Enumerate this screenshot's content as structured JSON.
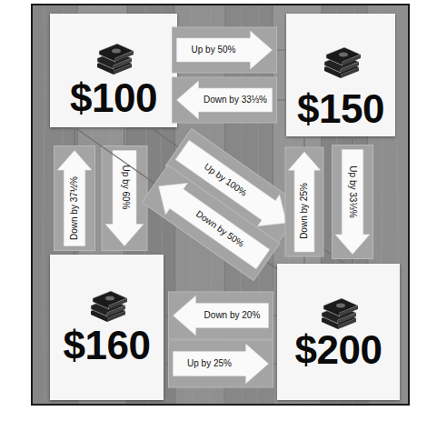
{
  "diagram": {
    "nodes": [
      {
        "text": [
          "$100"
        ]
      },
      {
        "text": [
          "$150"
        ]
      },
      {
        "text": [
          "$160"
        ]
      },
      {
        "text": [
          "$200"
        ]
      }
    ],
    "edges": [
      {
        "from": 0,
        "to": 1,
        "arrow": "to",
        "label": "Up by 50%"
      },
      {
        "from": 1,
        "to": 0,
        "arrow": "to",
        "label": "Down by 33⅓%"
      },
      {
        "from": 2,
        "to": 0,
        "arrow": "to",
        "label": "Down by 37½%"
      },
      {
        "from": 0,
        "to": 2,
        "arrow": "to",
        "label": "Up by 60%"
      },
      {
        "from": 0,
        "to": 3,
        "arrow": "to",
        "label": "Up by 100%"
      },
      {
        "from": 3,
        "to": 0,
        "arrow": "to",
        "label": "Down by 50%"
      },
      {
        "from": 3,
        "to": 1,
        "arrow": "to",
        "label": "Down by 25%"
      },
      {
        "from": 1,
        "to": 3,
        "arrow": "to",
        "label": "Up by 33⅓%"
      },
      {
        "from": 3,
        "to": 2,
        "arrow": "to",
        "label": "Down by 20%"
      },
      {
        "from": 2,
        "to": 3,
        "arrow": "to",
        "label": "Up by 25%"
      }
    ]
  }
}
